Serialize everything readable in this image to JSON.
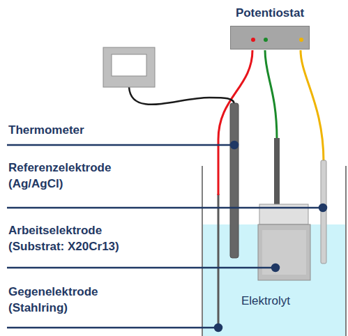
{
  "diagram": {
    "nodes": [
      {
        "text": [
          "Potentiostat"
        ]
      }
    ],
    "labels": [
      "Thermometer",
      "Referenzelektrode (Ag/AgCl)",
      "Arbeitselektrode (Substrat: X20Cr13)",
      "Gegenelektrode (Stahlring)",
      "Elektrolyt"
    ]
  }
}
